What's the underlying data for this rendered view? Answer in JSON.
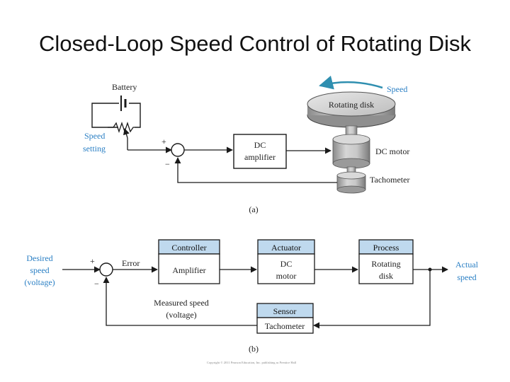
{
  "title": "Closed-Loop Speed Control of Rotating Disk",
  "colors": {
    "header_fill": "#bfd9ee",
    "blue_text": "#2a7fc4",
    "arrow_teal": "#2f8fb0",
    "line": "#1a1a1a"
  },
  "part_a": {
    "battery": "Battery",
    "speed_setting": [
      "Speed",
      "setting"
    ],
    "plus": "+",
    "minus": "−",
    "dc_amplifier": [
      "DC",
      "amplifier"
    ],
    "rotating_disk": "Rotating disk",
    "speed": "Speed",
    "dc_motor": "DC motor",
    "tachometer": "Tachometer",
    "caption": "(a)"
  },
  "part_b": {
    "desired_speed": [
      "Desired",
      "speed",
      "(voltage)"
    ],
    "plus": "+",
    "minus": "−",
    "error": "Error",
    "controller": {
      "header": "Controller",
      "body": [
        "Amplifier"
      ]
    },
    "actuator": {
      "header": "Actuator",
      "body": [
        "DC",
        "motor"
      ]
    },
    "process": {
      "header": "Process",
      "body": [
        "Rotating",
        "disk"
      ]
    },
    "actual_speed": [
      "Actual",
      "speed"
    ],
    "measured_speed": [
      "Measured speed",
      "(voltage)"
    ],
    "sensor": {
      "header": "Sensor",
      "body": [
        "Tachometer"
      ]
    },
    "caption": "(b)"
  },
  "copyright": "Copyright © 2011 Pearson Education, Inc. publishing as Prentice Hall"
}
